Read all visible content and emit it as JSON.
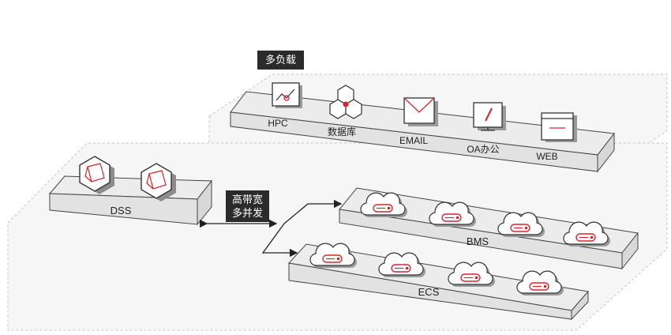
{
  "top_group": {
    "tag": "多负载",
    "items": [
      {
        "label": "HPC",
        "icon": "chart-icon"
      },
      {
        "label": "数据库",
        "icon": "database-icon"
      },
      {
        "label": "EMAIL",
        "icon": "email-icon"
      },
      {
        "label": "OA办公",
        "icon": "oa-edit-icon"
      },
      {
        "label": "WEB",
        "icon": "web-page-icon"
      }
    ]
  },
  "dss": {
    "label": "DSS",
    "icon": "storage-cube-icon"
  },
  "link_tag": {
    "line1": "高带宽",
    "line2": "多并发"
  },
  "bms": {
    "label": "BMS",
    "icon": "cloud-server-icon"
  },
  "ecs": {
    "label": "ECS",
    "icon": "cloud-server-icon"
  },
  "colors": {
    "accent": "#e0202a",
    "tag_bg": "#2b2b2b",
    "platform": "#eeeeee",
    "outline": "#555555"
  }
}
